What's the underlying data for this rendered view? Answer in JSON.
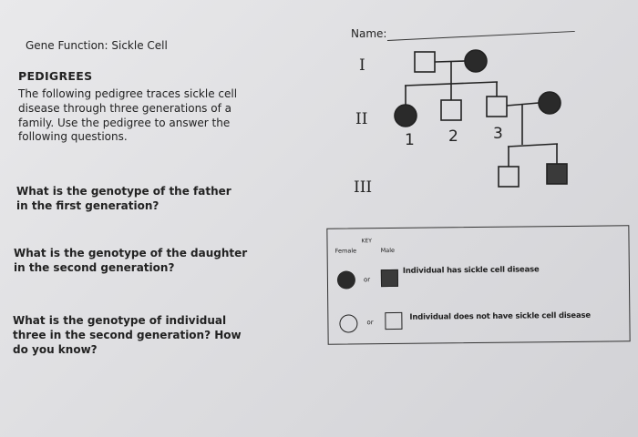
{
  "worksheet": {
    "gene_function": "Gene Function: Sickle Cell",
    "section_heading": "PEDIGREES",
    "intro": "The following pedigree traces sickle cell disease through three generations of a family. Use the pedigree to answer the following questions.",
    "questions": [
      "What is the genotype of the father in the first generation?",
      "What is the genotype of the daughter in the second generation?",
      "What is the genotype of individual three in the second generation? How do you know?"
    ],
    "name_label": "Name:"
  },
  "pedigree": {
    "generation_labels": [
      "I",
      "II",
      "III"
    ],
    "individual_numbers": [
      "1",
      "2",
      "3"
    ]
  },
  "key": {
    "title": "KEY",
    "female_label": "Female",
    "male_label": "Male",
    "or_label": "or",
    "affected_label": "Individual has sickle cell disease",
    "unaffected_label": "Individual does not have sickle cell disease"
  },
  "colors": {
    "affected_fill": "#2a2a2a",
    "ink": "#222222"
  }
}
